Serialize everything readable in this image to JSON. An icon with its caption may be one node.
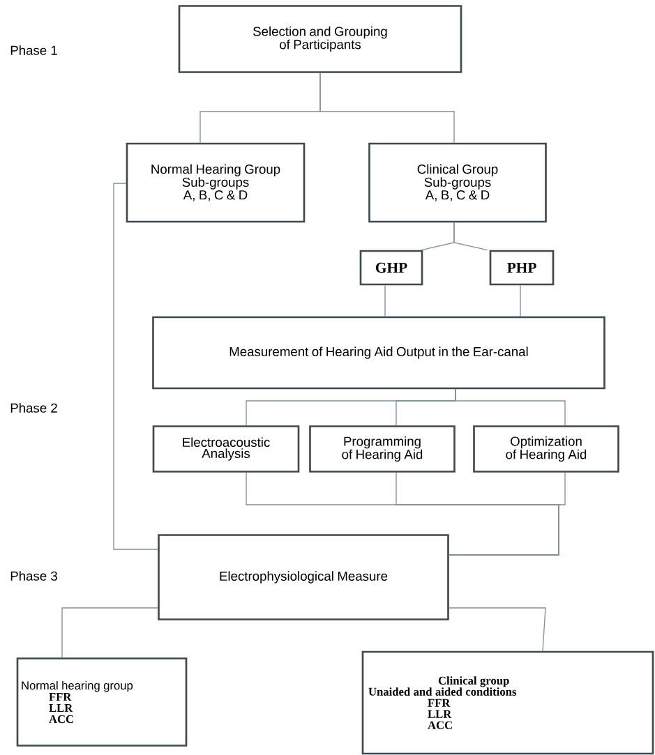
{
  "diagram": {
    "nodes": [
      {
        "text": [
          "Selection and Grouping of Participants"
        ]
      },
      {
        "text": [
          "Normal Hearing Group",
          "Sub-groups",
          "A, B, C & D"
        ]
      },
      {
        "text": [
          "Clinical Group",
          "Sub-groups",
          "A, B, C & D"
        ]
      },
      {
        "text": [
          "GHP"
        ]
      },
      {
        "text": [
          "PHP"
        ]
      },
      {
        "text": [
          "Measurement of Hearing Aid Output in the Ear-canal"
        ]
      },
      {
        "text": [
          "Electroacoustic Analysis"
        ]
      },
      {
        "text": [
          "Programming of Hearing Aid"
        ]
      },
      {
        "text": [
          "Optimization of Hearing Aid"
        ]
      },
      {
        "text": [
          "Electrophysiological Measure"
        ]
      },
      {
        "text": [
          "Normal hearing group",
          "FFR",
          "LLR",
          "ACC"
        ]
      },
      {
        "text": [
          "Clinical group",
          "Unaided and aided conditions",
          "FFR",
          "LLR",
          "ACC"
        ]
      }
    ],
    "edges": [
      {
        "from": 0,
        "to": 1,
        "arrow": "none"
      },
      {
        "from": 0,
        "to": 2,
        "arrow": "none"
      },
      {
        "from": 2,
        "to": 3,
        "arrow": "none"
      },
      {
        "from": 2,
        "to": 4,
        "arrow": "none"
      },
      {
        "from": 3,
        "to": 5,
        "arrow": "none"
      },
      {
        "from": 4,
        "to": 5,
        "arrow": "none"
      },
      {
        "from": 5,
        "to": 6,
        "arrow": "none"
      },
      {
        "from": 5,
        "to": 7,
        "arrow": "none"
      },
      {
        "from": 5,
        "to": 8,
        "arrow": "none"
      },
      {
        "from": 6,
        "to": 9,
        "arrow": "none"
      },
      {
        "from": 7,
        "to": 9,
        "arrow": "none"
      },
      {
        "from": 8,
        "to": 9,
        "arrow": "none"
      },
      {
        "from": 1,
        "to": 9,
        "arrow": "none"
      },
      {
        "from": 9,
        "to": 10,
        "arrow": "none"
      },
      {
        "from": 9,
        "to": 11,
        "arrow": "none"
      }
    ],
    "labels": [
      "Phase 1",
      "Phase 2",
      "Phase 3"
    ]
  }
}
